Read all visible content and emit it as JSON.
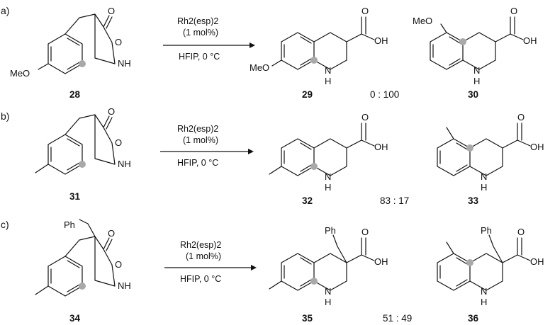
{
  "colors": {
    "ink": "#111111",
    "site_marker": "#a9a9a9",
    "background": "#ffffff"
  },
  "rows": [
    {
      "label": "a)",
      "reactant": {
        "number": "28",
        "substituent": "MeO",
        "benzyl": ""
      },
      "conditions": {
        "catalyst": "Rh2(esp)2",
        "loading": "(1 mol%)",
        "solvent_temp": "HFIP, 0 °C"
      },
      "product_a": {
        "number": "29",
        "substituent": "MeO",
        "benzyl": ""
      },
      "product_b": {
        "number": "30",
        "substituent": "MeO",
        "benzyl": ""
      },
      "ratio": "0 : 100"
    },
    {
      "label": "b)",
      "reactant": {
        "number": "31",
        "substituent": "",
        "benzyl": ""
      },
      "conditions": {
        "catalyst": "Rh2(esp)2",
        "loading": "(1 mol%)",
        "solvent_temp": "HFIP, 0 °C"
      },
      "product_a": {
        "number": "32",
        "substituent": "",
        "benzyl": ""
      },
      "product_b": {
        "number": "33",
        "substituent": "",
        "benzyl": ""
      },
      "ratio": "83 : 17"
    },
    {
      "label": "c)",
      "reactant": {
        "number": "34",
        "substituent": "",
        "benzyl": "Ph"
      },
      "conditions": {
        "catalyst": "Rh2(esp)2",
        "loading": "(1 mol%)",
        "solvent_temp": "HFIP, 0 °C"
      },
      "product_a": {
        "number": "35",
        "substituent": "",
        "benzyl": "Ph"
      },
      "product_b": {
        "number": "36",
        "substituent": "",
        "benzyl": "Ph"
      },
      "ratio": "51 : 49"
    }
  ],
  "atoms": {
    "carbonyl_o": "O",
    "ring_o": "O",
    "ring_nh": "NH",
    "amine_nh": "N",
    "amine_h": "H",
    "acid_oh": "OH"
  }
}
